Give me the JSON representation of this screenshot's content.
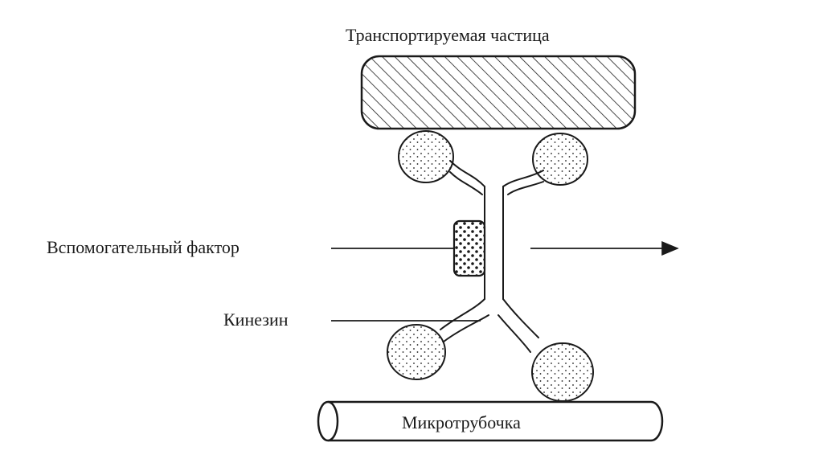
{
  "labels": {
    "particle": "Транспортируемая частица",
    "auxiliary_factor": "Вспомогательный фактор",
    "kinesin": "Кинезин",
    "microtubule": "Микротрубочка"
  },
  "colors": {
    "ink": "#1a1a1a",
    "background": "#ffffff"
  }
}
